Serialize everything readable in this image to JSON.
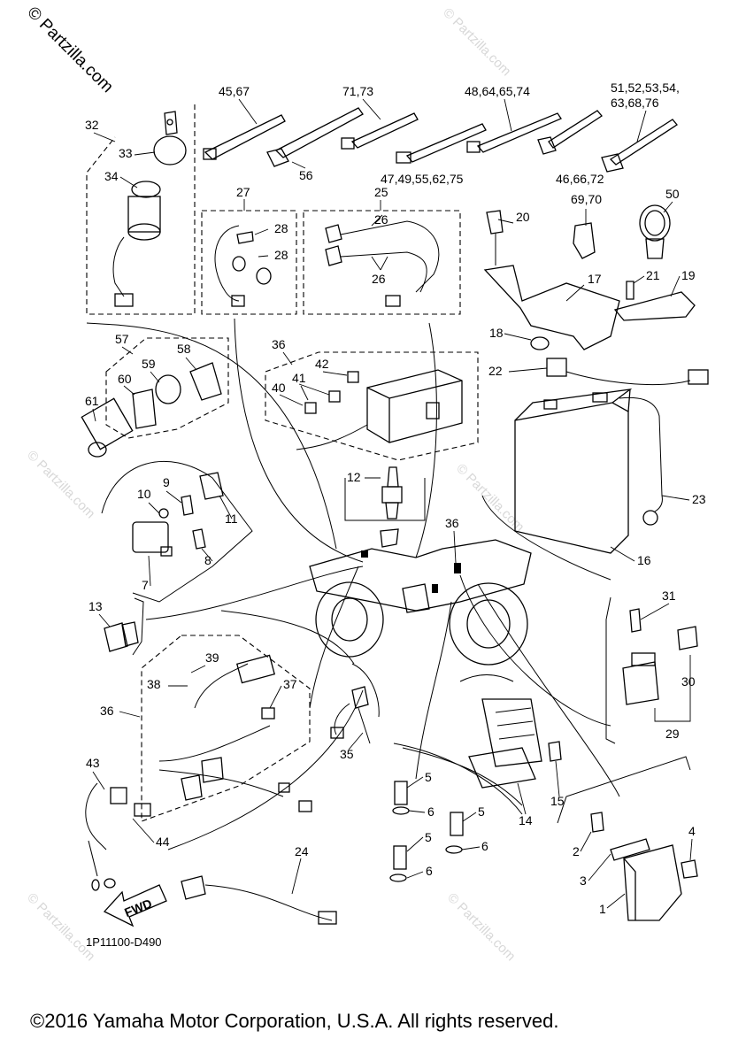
{
  "watermark": {
    "main": "© Partzilla.com",
    "repeat": "© Partzilla.com"
  },
  "callouts": {
    "c1": "1",
    "c2": "2",
    "c3": "3",
    "c4": "4",
    "c5a": "5",
    "c5b": "5",
    "c5c": "5",
    "c6a": "6",
    "c6b": "6",
    "c6c": "6",
    "c7": "7",
    "c8": "8",
    "c9": "9",
    "c10": "10",
    "c11": "11",
    "c12": "12",
    "c13": "13",
    "c14": "14",
    "c15": "15",
    "c16": "16",
    "c17": "17",
    "c18": "18",
    "c19": "19",
    "c20": "20",
    "c21": "21",
    "c22": "22",
    "c23": "23",
    "c24": "24",
    "c25": "25",
    "c26a": "26",
    "c26b": "26",
    "c27": "27",
    "c28a": "28",
    "c28b": "28",
    "c29": "29",
    "c30": "30",
    "c31": "31",
    "c32": "32",
    "c33": "33",
    "c34": "34",
    "c35": "35",
    "c36a": "36",
    "c36b": "36",
    "c36c": "36",
    "c37": "37",
    "c38": "38",
    "c39": "39",
    "c40": "40",
    "c41": "41",
    "c42": "42",
    "c43": "43",
    "c44": "44",
    "c56": "56",
    "c57": "57",
    "c58": "58",
    "c59": "59",
    "c60": "60",
    "c61": "61",
    "g4567": "45,67",
    "g7173": "71,73",
    "g48": "48,64,65,74",
    "g51a": "51,52,53,54,",
    "g51b": "63,68,76",
    "g47": "47,49,55,62,75",
    "g46": "46,66,72",
    "g6970": "69,70",
    "c50": "50"
  },
  "fwd_label": "FWD",
  "diagram_code": "1P11100-D490",
  "copyright": "©2016 Yamaha Motor Corporation, U.S.A. All rights reserved."
}
